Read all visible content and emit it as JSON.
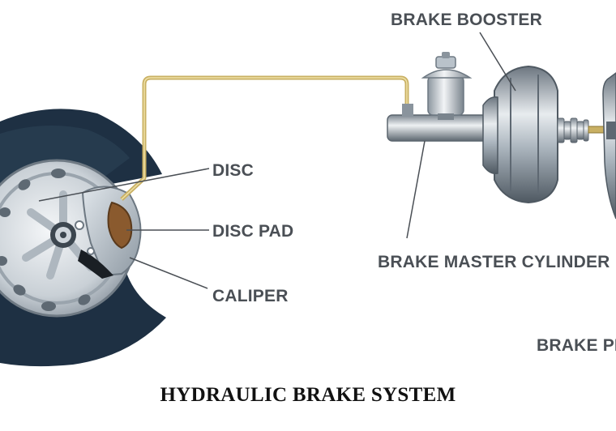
{
  "labels": {
    "brake_booster": "BRAKE BOOSTER",
    "disc": "DISC",
    "disc_pad": "DISC PAD",
    "brake_master_cylinder": "BRAKE MASTER CYLINDER",
    "caliper": "CALIPER",
    "brake_pedal": "BRAKE PE"
  },
  "caption": "HYDRAULIC BRAKE SYSTEM",
  "colors": {
    "tire": "#1e3043",
    "brake_line": "#c9b063",
    "metal": "#9aa6b0",
    "disc_pad": "#8a5a2e",
    "label_text": "#4a4f55"
  }
}
